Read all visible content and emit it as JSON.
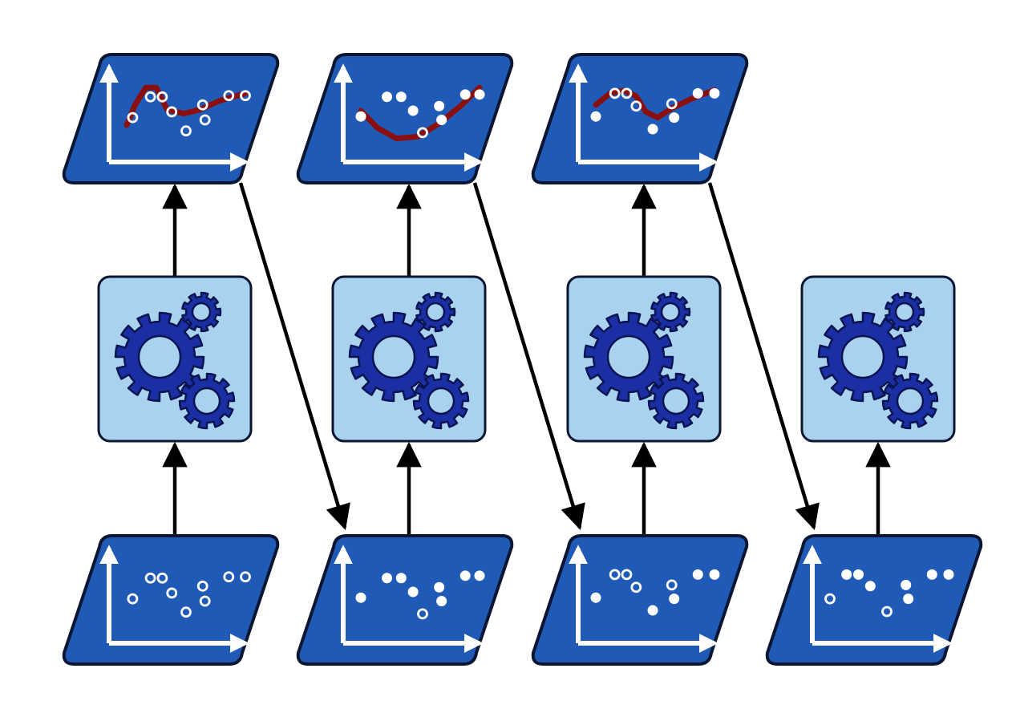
{
  "colors": {
    "background": "#ffffff",
    "card_fill": "#1f5bb6",
    "card_stroke": "#0b1633",
    "learner_fill": "#a9d2ef",
    "learner_stroke": "#0b1633",
    "gear_fill": "#1a2fa3",
    "gear_stroke": "#0a1450",
    "point_color": "#ffffff",
    "curve_color": "#8a1010",
    "arrow_color": "#000000"
  },
  "icons": {
    "learner": "gears-icon",
    "dataset": "scatter-plot-icon",
    "model": "fitted-curve-plot-icon",
    "link": "arrow-icon"
  },
  "stages": [
    {
      "dataset_points": [
        [
          0.05,
          0.62,
          "hollow"
        ],
        [
          0.2,
          0.26,
          "hollow"
        ],
        [
          0.3,
          0.26,
          "hollow"
        ],
        [
          0.38,
          0.52,
          "hollow"
        ],
        [
          0.5,
          0.85,
          "hollow"
        ],
        [
          0.64,
          0.4,
          "hollow"
        ],
        [
          0.66,
          0.66,
          "hollow"
        ],
        [
          0.86,
          0.24,
          "hollow"
        ],
        [
          1.0,
          0.24,
          "hollow"
        ]
      ],
      "has_model": true,
      "model_points": [
        [
          0.05,
          0.62,
          "hollow"
        ],
        [
          0.2,
          0.26,
          "hollow"
        ],
        [
          0.3,
          0.26,
          "hollow"
        ],
        [
          0.38,
          0.52,
          "hollow"
        ],
        [
          0.5,
          0.85,
          "hollow"
        ],
        [
          0.64,
          0.4,
          "hollow"
        ],
        [
          0.66,
          0.66,
          "hollow"
        ],
        [
          0.86,
          0.24,
          "hollow"
        ],
        [
          1.0,
          0.24,
          "hollow"
        ]
      ],
      "model_curve": [
        [
          0.0,
          0.75
        ],
        [
          0.07,
          0.4
        ],
        [
          0.16,
          0.1
        ],
        [
          0.25,
          0.1
        ],
        [
          0.34,
          0.48
        ],
        [
          0.48,
          0.55
        ],
        [
          0.62,
          0.48
        ],
        [
          0.78,
          0.33
        ],
        [
          1.0,
          0.2
        ]
      ]
    },
    {
      "dataset_points": [
        [
          0.0,
          0.6,
          "filled"
        ],
        [
          0.22,
          0.26,
          "filled"
        ],
        [
          0.34,
          0.26,
          "filled"
        ],
        [
          0.44,
          0.5,
          "filled"
        ],
        [
          0.52,
          0.88,
          "hollow"
        ],
        [
          0.66,
          0.42,
          "filled"
        ],
        [
          0.68,
          0.66,
          "filled"
        ],
        [
          0.88,
          0.22,
          "filled"
        ],
        [
          1.0,
          0.22,
          "filled"
        ]
      ],
      "has_model": true,
      "model_points": [
        [
          0.0,
          0.6,
          "filled"
        ],
        [
          0.22,
          0.26,
          "filled"
        ],
        [
          0.34,
          0.26,
          "filled"
        ],
        [
          0.44,
          0.5,
          "filled"
        ],
        [
          0.52,
          0.88,
          "hollow"
        ],
        [
          0.66,
          0.42,
          "filled"
        ],
        [
          0.68,
          0.66,
          "filled"
        ],
        [
          0.88,
          0.22,
          "filled"
        ],
        [
          1.0,
          0.22,
          "filled"
        ]
      ],
      "model_curve": [
        [
          0.0,
          0.5
        ],
        [
          0.14,
          0.8
        ],
        [
          0.3,
          0.98
        ],
        [
          0.48,
          0.95
        ],
        [
          0.66,
          0.72
        ],
        [
          0.84,
          0.42
        ],
        [
          1.0,
          0.1
        ]
      ]
    },
    {
      "dataset_points": [
        [
          0.0,
          0.6,
          "filled"
        ],
        [
          0.16,
          0.2,
          "hollow"
        ],
        [
          0.26,
          0.2,
          "hollow"
        ],
        [
          0.34,
          0.42,
          "hollow"
        ],
        [
          0.48,
          0.82,
          "filled"
        ],
        [
          0.64,
          0.38,
          "hollow"
        ],
        [
          0.66,
          0.62,
          "filled"
        ],
        [
          0.86,
          0.2,
          "filled"
        ],
        [
          1.0,
          0.2,
          "filled"
        ]
      ],
      "has_model": true,
      "model_points": [
        [
          0.0,
          0.6,
          "filled"
        ],
        [
          0.16,
          0.2,
          "hollow"
        ],
        [
          0.26,
          0.2,
          "hollow"
        ],
        [
          0.34,
          0.42,
          "hollow"
        ],
        [
          0.48,
          0.82,
          "filled"
        ],
        [
          0.64,
          0.38,
          "hollow"
        ],
        [
          0.66,
          0.62,
          "filled"
        ],
        [
          0.86,
          0.2,
          "filled"
        ],
        [
          1.0,
          0.2,
          "filled"
        ]
      ],
      "model_curve": [
        [
          0.0,
          0.4
        ],
        [
          0.12,
          0.2
        ],
        [
          0.24,
          0.15
        ],
        [
          0.34,
          0.25
        ],
        [
          0.42,
          0.52
        ],
        [
          0.52,
          0.62
        ],
        [
          0.64,
          0.46
        ],
        [
          0.8,
          0.3
        ],
        [
          1.0,
          0.14
        ]
      ]
    },
    {
      "dataset_points": [
        [
          0.0,
          0.62,
          "hollow"
        ],
        [
          0.14,
          0.2,
          "filled"
        ],
        [
          0.24,
          0.2,
          "filled"
        ],
        [
          0.34,
          0.4,
          "filled"
        ],
        [
          0.48,
          0.84,
          "hollow"
        ],
        [
          0.64,
          0.38,
          "filled"
        ],
        [
          0.66,
          0.62,
          "filled"
        ],
        [
          0.86,
          0.2,
          "filled"
        ],
        [
          1.0,
          0.2,
          "filled"
        ]
      ],
      "has_model": false
    }
  ]
}
